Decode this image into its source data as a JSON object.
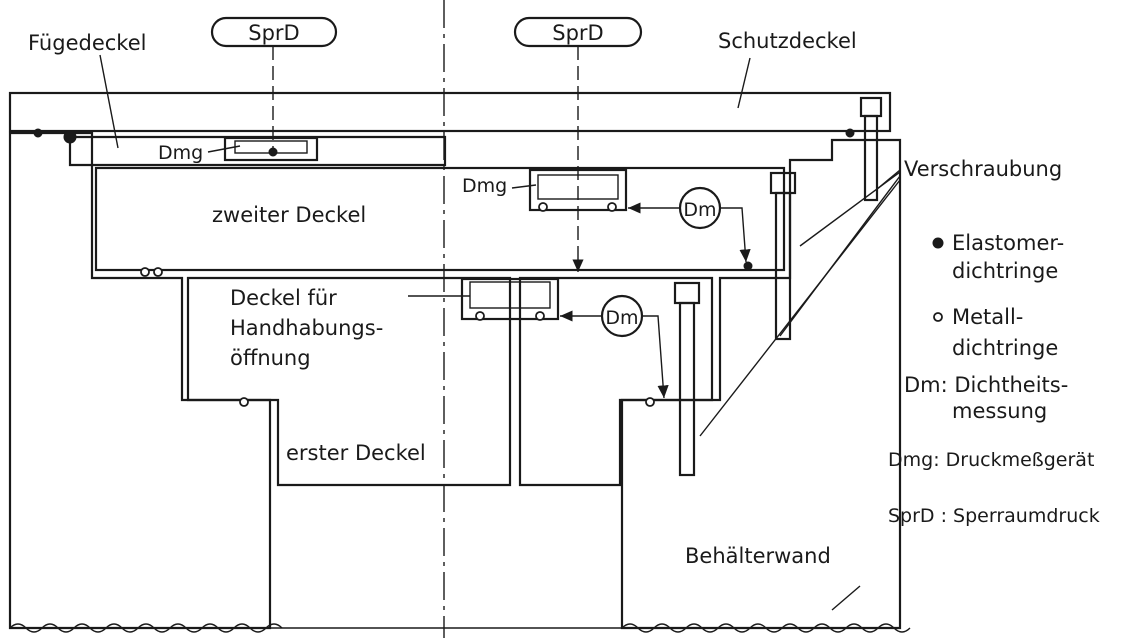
{
  "labels": {
    "fuegedeckel": "Fügedeckel",
    "sprd": "SprD",
    "schutzdeckel": "Schutzdeckel",
    "dmg": "Dmg",
    "zweiter_deckel": "zweiter Deckel",
    "verschraubung": "Verschraubung",
    "dm": "Dm",
    "deckel_line1": "Deckel für",
    "deckel_line2": "Handhabungs-",
    "deckel_line3": "öffnung",
    "erster_deckel": "erster Deckel",
    "behaelterwand": "Behälterwand"
  },
  "legend": [
    {
      "marker": "filled-dot",
      "line1": "Elastomer-",
      "line2": "dichtringe"
    },
    {
      "marker": "open-dot",
      "line1": "Metall-",
      "line2": "dichtringe"
    },
    {
      "marker": "none",
      "line1": "Dm: Dichtheits-",
      "line2": "messung"
    },
    {
      "marker": "none",
      "line1": "Dmg: Druckmeßgerät",
      "line2": ""
    },
    {
      "marker": "none",
      "line1": "SprD : Sperraumdruck",
      "line2": ""
    }
  ],
  "colors": {
    "ink": "#1a1a1a",
    "paper": "#ffffff"
  }
}
